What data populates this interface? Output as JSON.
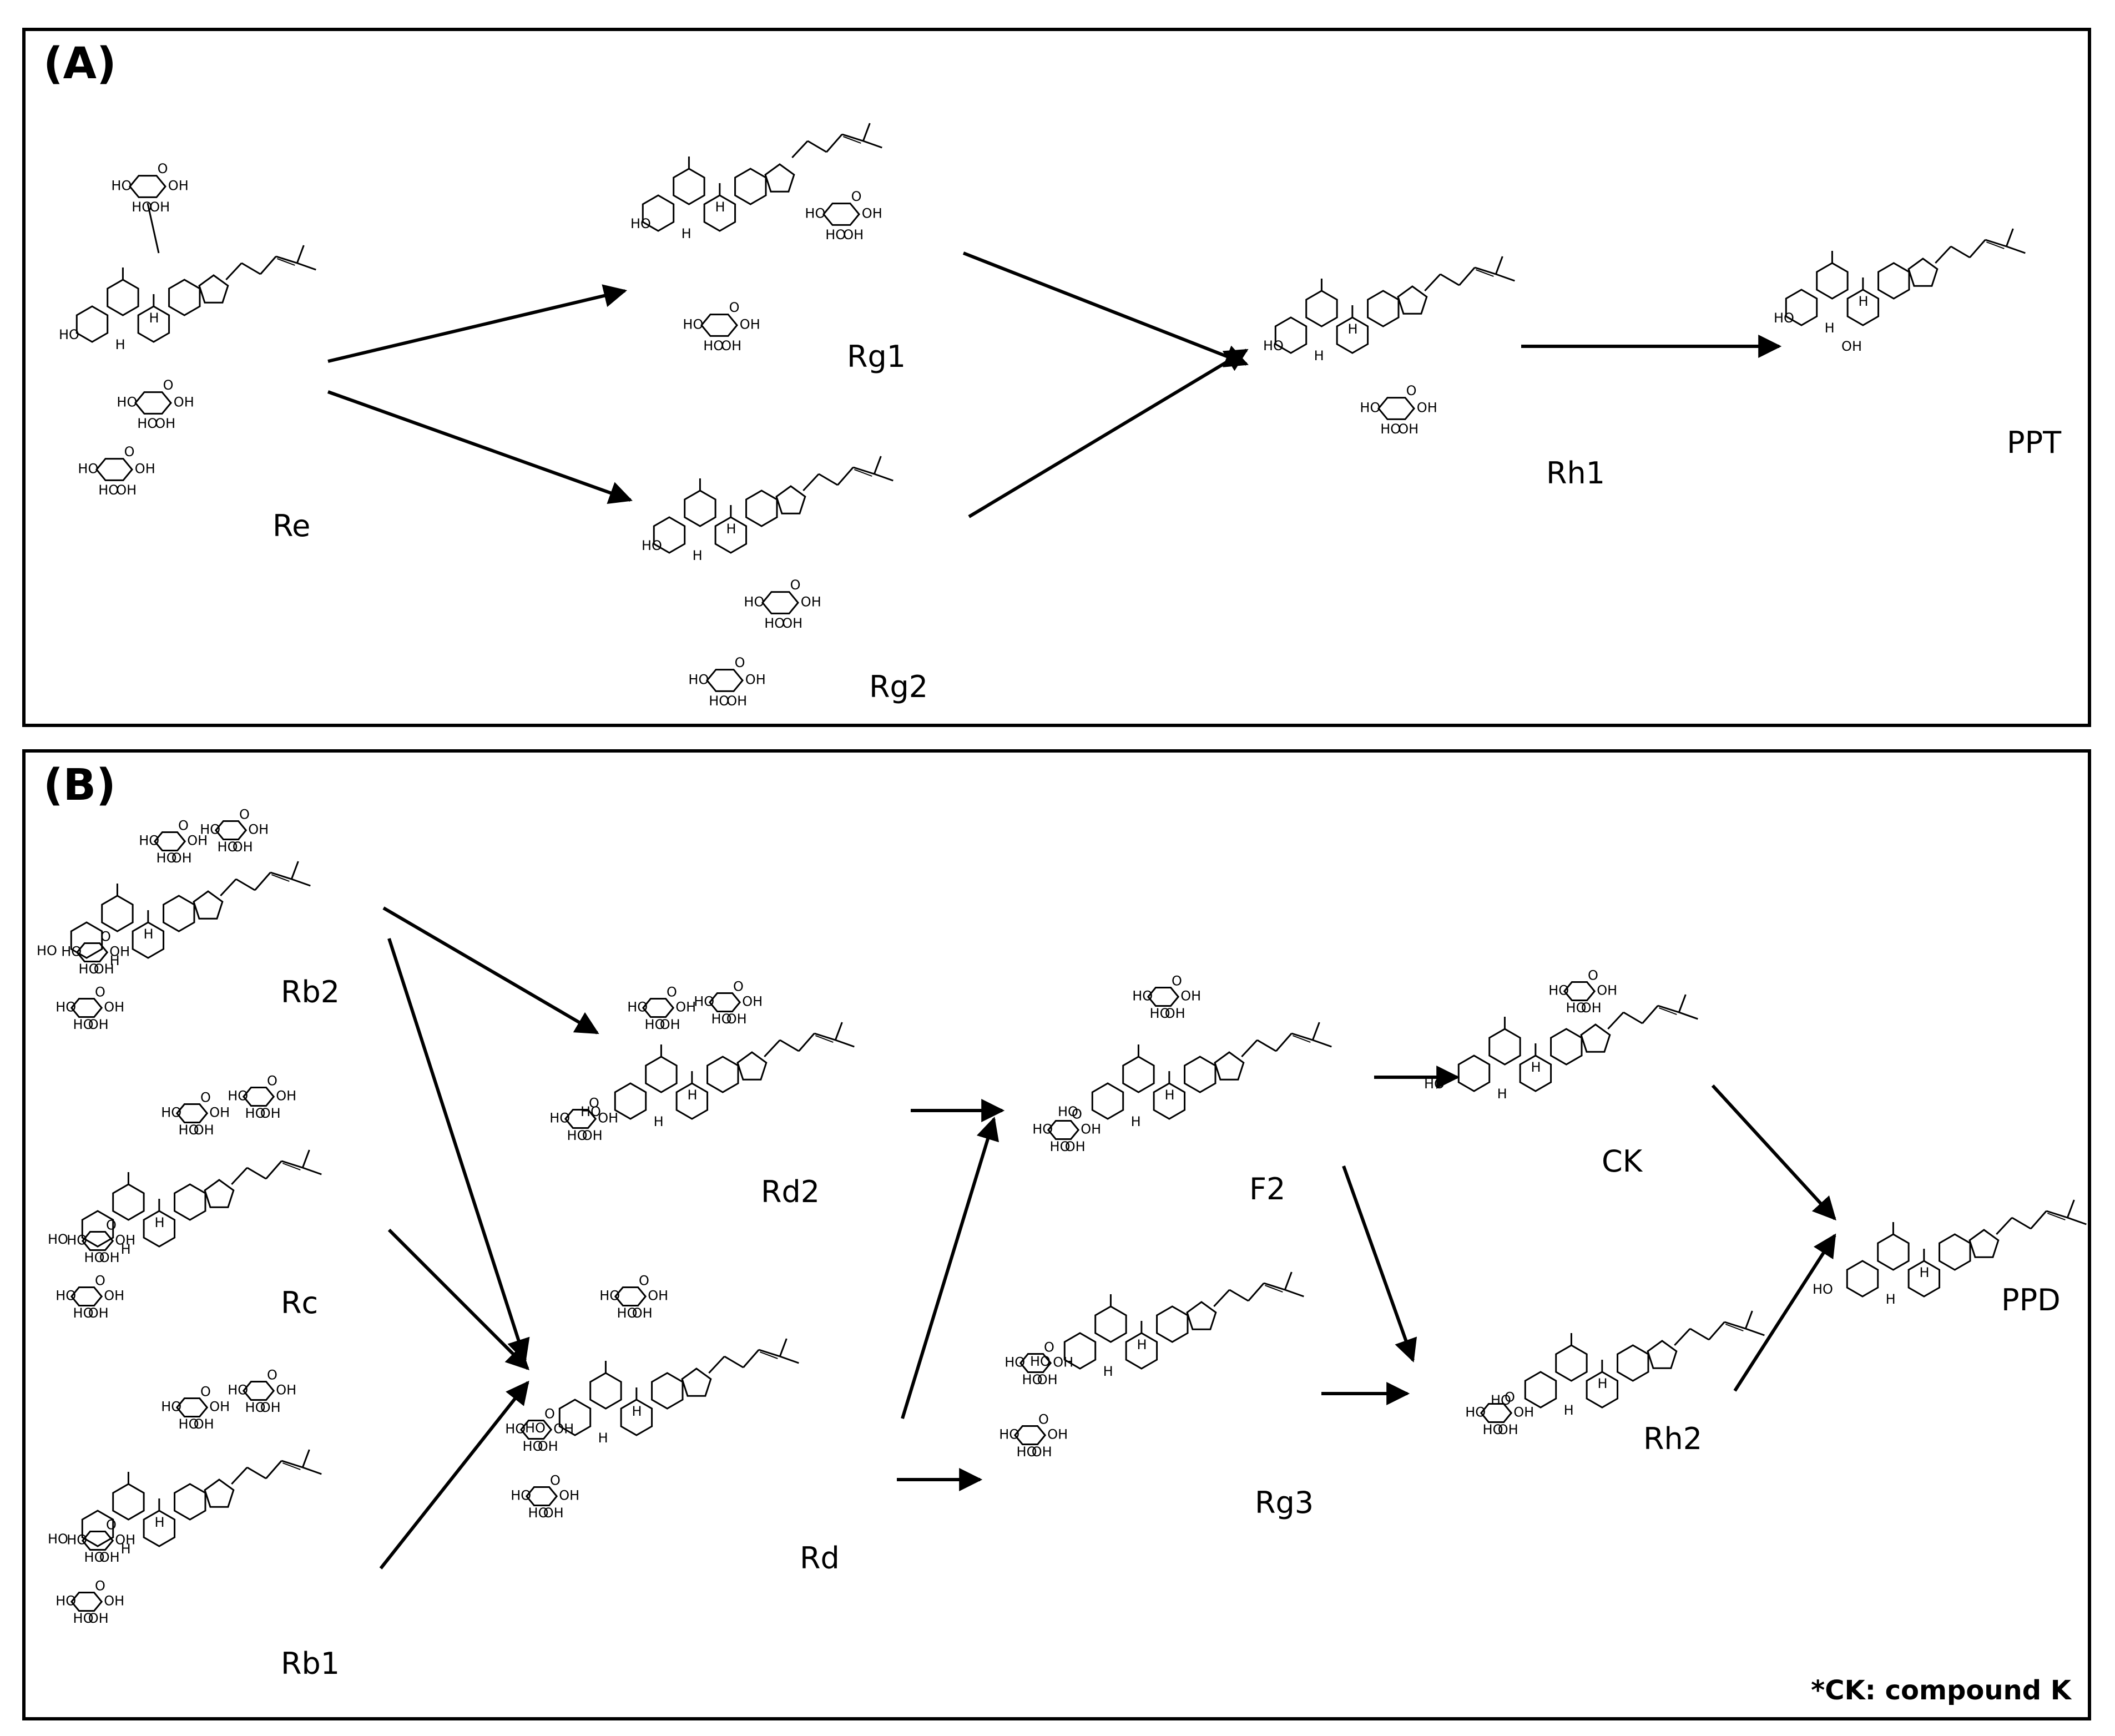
{
  "panel_a": {
    "letter": "(A)",
    "compounds": {
      "re": "Re",
      "rg1": "Rg1",
      "rg2": "Rg2",
      "rh1": "Rh1",
      "ppt": "PPT"
    }
  },
  "panel_b": {
    "letter": "(B)",
    "compounds": {
      "rb2": "Rb2",
      "rc": "Rc",
      "rb1": "Rb1",
      "rd2": "Rd2",
      "rd": "Rd",
      "f2": "F2",
      "rg3": "Rg3",
      "ck": "CK",
      "rh2": "Rh2",
      "ppd": "PPD"
    },
    "footnote": "*CK: compound  K"
  },
  "atom_labels": {
    "hydroxyl": "OH",
    "hydroxyl_left": "HO",
    "oxygen": "O",
    "hydrogen": "H"
  }
}
